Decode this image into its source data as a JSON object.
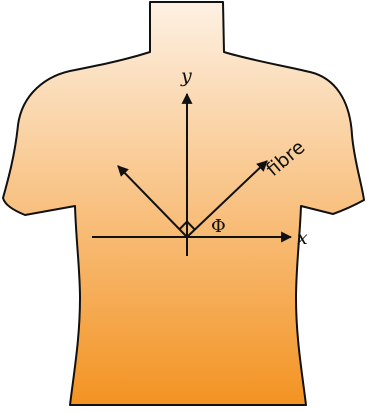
{
  "labels": {
    "y_axis": "y",
    "x_axis": "x",
    "fibre": "fibre",
    "angle": "Φ"
  },
  "colors": {
    "torso_top": "#fdf1e3",
    "torso_bottom": "#f39322",
    "outline": "#111111",
    "arrows": "#111111"
  }
}
